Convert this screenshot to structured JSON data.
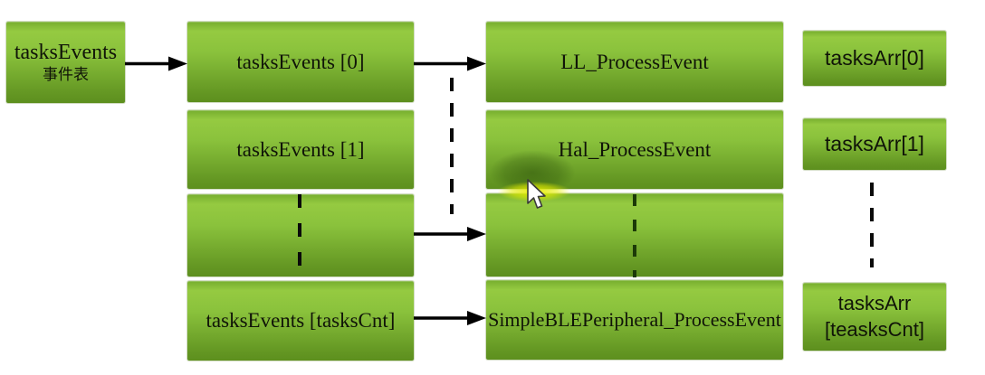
{
  "page": {
    "background": "#ffffff"
  },
  "colors": {
    "box_gradient_top": "#76ad2e",
    "box_gradient_light": "#95ca41",
    "box_gradient_bottom": "#5d8f1e",
    "connector_black": "#000000",
    "dashed_dark_green": "#1c3a08",
    "cursor_highlight_yellow": "#e8ef00",
    "text": "#101408"
  },
  "root_box": {
    "label": "tasksEvents",
    "sublabel": "事件表"
  },
  "events_boxes": [
    {
      "label": "tasksEvents [0]"
    },
    {
      "label": "tasksEvents [1]"
    },
    {
      "label": ""
    },
    {
      "label": "tasksEvents [tasksCnt]"
    }
  ],
  "handler_boxes": [
    {
      "label": "LL_ProcessEvent"
    },
    {
      "label": "Hal_ProcessEvent"
    },
    {
      "label": ""
    },
    {
      "label": "SimpleBLEPeripheral_ProcessEvent"
    }
  ],
  "task_array_boxes": [
    {
      "label": "tasksArr[0]"
    },
    {
      "label": "tasksArr[1]"
    },
    {
      "label_line1": "tasksArr",
      "label_line2": "[teasksCnt]"
    }
  ]
}
